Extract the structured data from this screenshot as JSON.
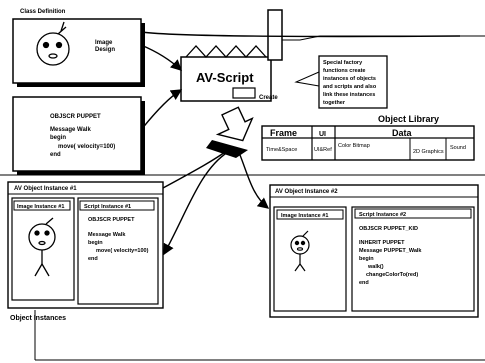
{
  "class_definition": {
    "label": "Class Definition",
    "image_design": [
      "Image",
      "Design"
    ],
    "script_lines": [
      "OBJSCR PUPPET",
      "",
      "Message Walk",
      "begin",
      "move( velocity=100)",
      "end"
    ]
  },
  "factory": {
    "title": "AV-Script",
    "create_label": "Create",
    "note_lines": [
      "Special factory",
      "functions create",
      "instances of objects",
      "and scripts and also",
      "link these instances",
      "together"
    ]
  },
  "object_library": {
    "title": "Object Library",
    "headers": [
      "Frame",
      "UI",
      "Data"
    ],
    "cells": [
      "Time&Space",
      "UI&Ref",
      "Color Bitmap",
      "2D Graphics",
      "Sound"
    ]
  },
  "instance1": {
    "title": "AV Object Instance #1",
    "image_title": "Image Instance #1",
    "script_title": "Script Instance #1",
    "script_lines": [
      "OBJSCR PUPPET",
      "",
      "Message Walk",
      "begin",
      "move( velocity=100)",
      "end"
    ]
  },
  "instance2": {
    "title": "AV Object Instance #2",
    "image_title": "Image Instance #1",
    "script_title": "Script Instance #2",
    "script_lines": [
      "OBJSCR PUPPET_KID",
      "",
      "INHERIT PUPPET",
      "Message PUPPET_Walk",
      "begin",
      "walk()",
      "changeColorTo(red)",
      "end"
    ]
  },
  "object_instances_label": "Object Instances"
}
